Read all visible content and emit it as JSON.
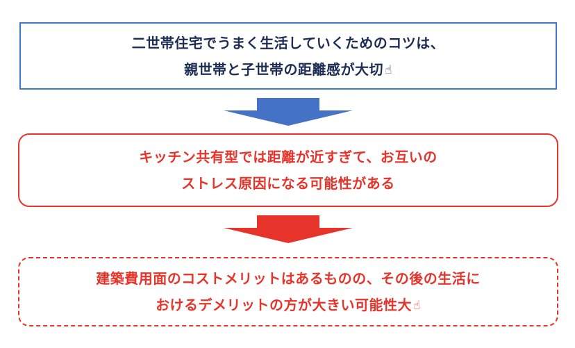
{
  "box1": {
    "line1": "二世帯住宅でうまく生活していくためのコツは、",
    "line2": "親世帯と子世帯の距離感が大切",
    "icon": "pointing-hand-icon",
    "border_color": "#3d78c9",
    "text_color": "#1c2c55"
  },
  "arrow1": {
    "icon": "down-arrow-icon",
    "color": "#4472c4"
  },
  "box2": {
    "line1": "キッチン共有型では距離が近すぎて、お互いの",
    "line2": "ストレス原因になる可能性がある",
    "border_color": "#e7342b",
    "text_color": "#e7342b"
  },
  "arrow2": {
    "icon": "down-arrow-icon",
    "color": "#e7342b"
  },
  "box3": {
    "line1": "建築費用面のコストメリットはあるものの、その後の生活に",
    "line2": "おけるデメリットの方が大きい可能性大",
    "icon": "pointing-hand-icon",
    "border_color": "#e7342b",
    "text_color": "#e7342b"
  }
}
